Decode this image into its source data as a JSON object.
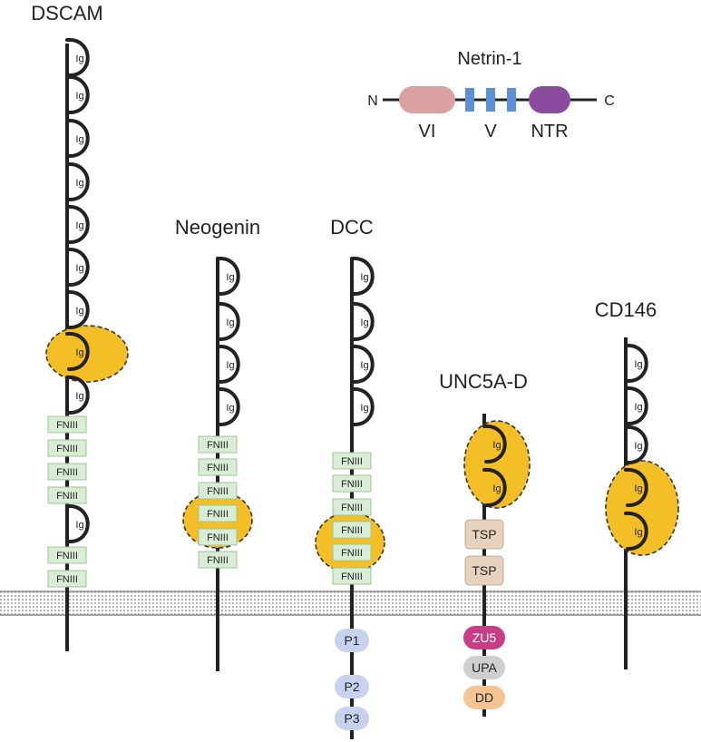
{
  "membrane_color": "#9a9a9a",
  "highlight_color": "#f4bf26",
  "netrin": {
    "title": "Netrin-1",
    "n_label": "N",
    "c_label": "C",
    "domains": [
      {
        "name": "VI",
        "color": "#dba0a0"
      },
      {
        "name": "V",
        "color": "#5b8fd6"
      },
      {
        "name": "NTR",
        "color": "#8a4b9c"
      }
    ]
  },
  "receptors": [
    {
      "key": "dscam",
      "name": "DSCAM",
      "ig_label": "Ig",
      "fn_label": "FNIII"
    },
    {
      "key": "neogenin",
      "name": "Neogenin",
      "ig_label": "Ig",
      "fn_label": "FNIII"
    },
    {
      "key": "dcc",
      "name": "DCC",
      "ig_label": "Ig",
      "fn_label": "FNIII",
      "intracellular": [
        {
          "label": "P1",
          "color": "#c7d2ee"
        },
        {
          "label": "P2",
          "color": "#c7d2ee"
        },
        {
          "label": "P3",
          "color": "#c7d2ee"
        }
      ]
    },
    {
      "key": "unc5",
      "name": "UNC5A-D",
      "ig_label": "Ig",
      "tsp": [
        {
          "label": "TSP",
          "color": "#e7d3bd"
        },
        {
          "label": "TSP",
          "color": "#e7d3bd"
        }
      ],
      "intracellular": [
        {
          "label": "ZU5",
          "color": "#c63f86",
          "text_color": "#ffffff"
        },
        {
          "label": "UPA",
          "color": "#cfcfcf"
        },
        {
          "label": "DD",
          "color": "#f6c493"
        }
      ]
    },
    {
      "key": "cd146",
      "name": "CD146",
      "ig_label": "Ig"
    }
  ],
  "colors": {
    "fn_fill": "#d9ecd5",
    "fn_stroke": "#9cc794",
    "tsp_stroke": "#b89d82"
  }
}
